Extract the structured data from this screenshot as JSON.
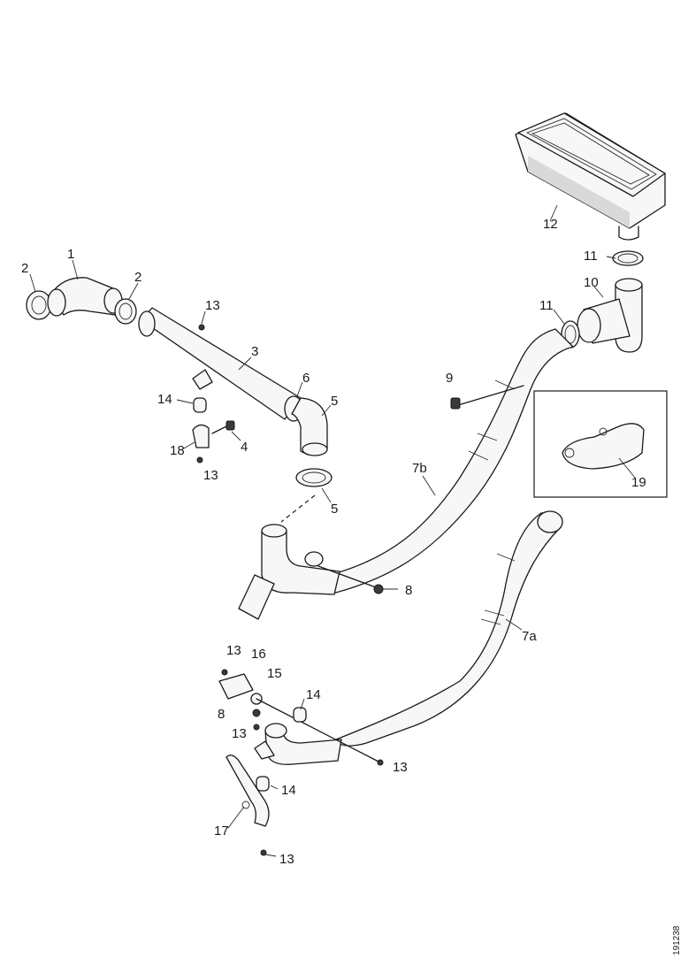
{
  "callouts": {
    "c1": "1",
    "c2a": "2",
    "c2b": "2",
    "c3": "3",
    "c4": "4",
    "c5a": "5",
    "c5b": "5",
    "c6": "6",
    "c7a": "7a",
    "c7b": "7b",
    "c8a": "8",
    "c8b": "8",
    "c9": "9",
    "c10": "10",
    "c11a": "11",
    "c11b": "11",
    "c12": "12",
    "c13a": "13",
    "c13b": "13",
    "c13c": "13",
    "c13d": "13",
    "c13e": "13",
    "c13f": "13",
    "c14a": "14",
    "c14b": "14",
    "c14c": "14",
    "c15": "15",
    "c16": "16",
    "c17": "17",
    "c18": "18",
    "c19": "19"
  },
  "drawing_code": "191238"
}
